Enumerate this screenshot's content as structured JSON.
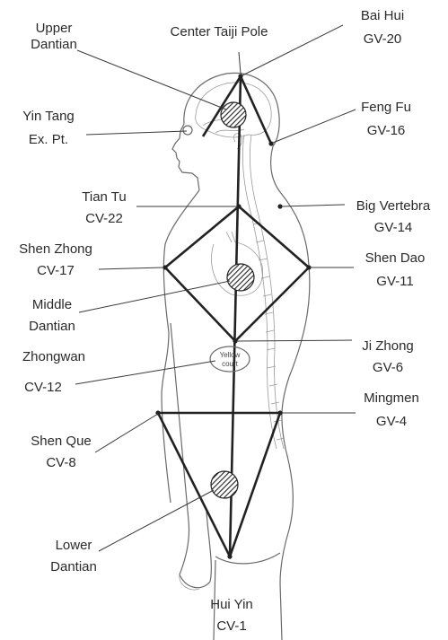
{
  "labels": {
    "upper_dantian": [
      "Upper",
      "Dantian"
    ],
    "center_taiji_pole": "Center Taiji Pole",
    "bai_hui": [
      "Bai Hui",
      "GV-20"
    ],
    "yin_tang": [
      "Yin Tang",
      "Ex. Pt."
    ],
    "feng_fu": [
      "Feng Fu",
      "GV-16"
    ],
    "tian_tu": [
      "Tian Tu",
      "CV-22"
    ],
    "big_vertebra": [
      "Big Vertebra",
      "GV-14"
    ],
    "shen_zhong": [
      "Shen Zhong",
      "CV-17"
    ],
    "shen_dao": [
      "Shen Dao",
      "GV-11"
    ],
    "middle_dantian": [
      "Middle",
      "Dantian"
    ],
    "zhongwan": [
      "Zhongwan",
      "CV-12"
    ],
    "ji_zhong": [
      "Ji Zhong",
      "GV-6"
    ],
    "yellow_court": [
      "Yellow",
      "court"
    ],
    "mingmen": [
      "Mingmen",
      "GV-4"
    ],
    "shen_que": [
      "Shen Que",
      "CV-8"
    ],
    "lower_dantian": [
      "Lower",
      "Dantian"
    ],
    "hui_yin": [
      "Hui Yin",
      "CV-1"
    ]
  }
}
